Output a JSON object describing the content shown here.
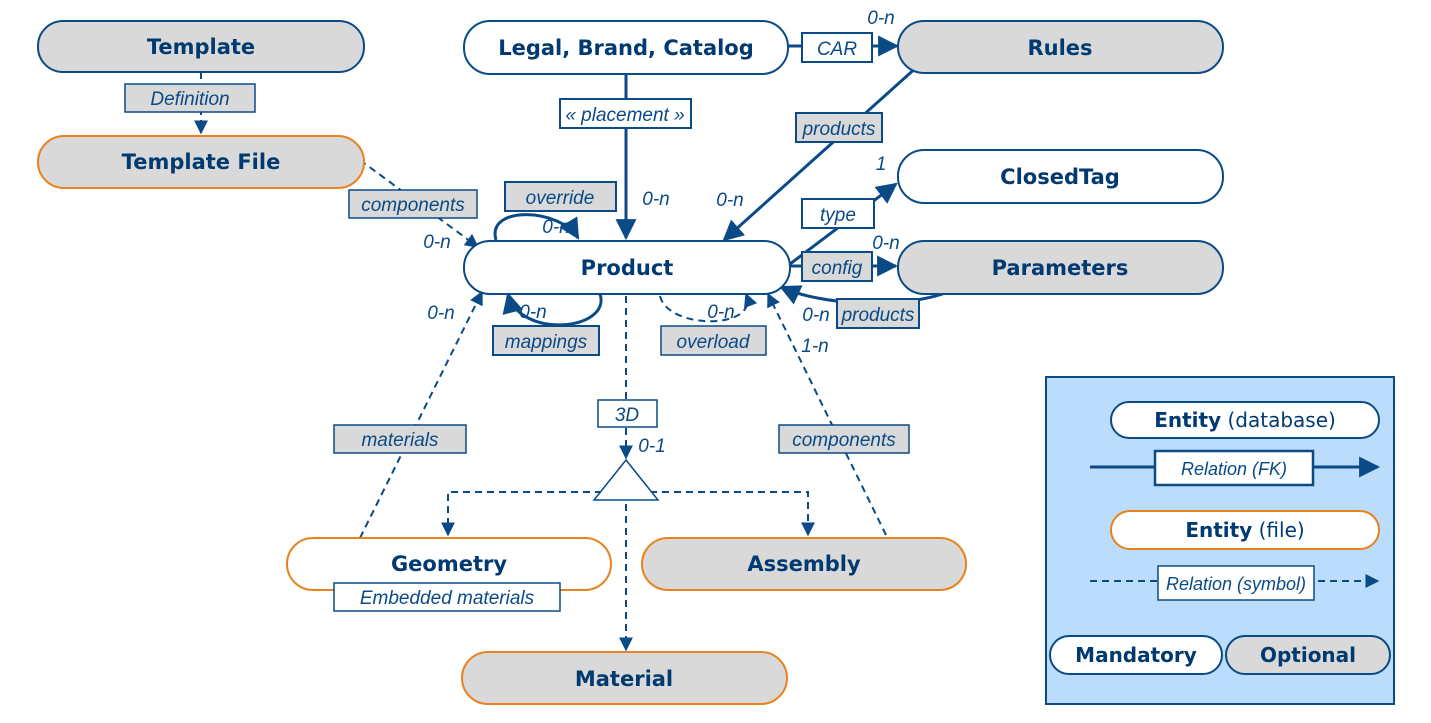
{
  "colors": {
    "dark_blue": "#0a4a86",
    "orange": "#e8821e",
    "gray_fill": "#d9d9d9",
    "legend_bg": "#bcdcfb"
  },
  "entities": {
    "template": "Template",
    "template_file": "Template File",
    "legal_brand_catalog": "Legal, Brand, Catalog",
    "rules": "Rules",
    "closed_tag": "ClosedTag",
    "product": "Product",
    "parameters": "Parameters",
    "geometry": "Geometry",
    "assembly": "Assembly",
    "material": "Material"
  },
  "relations": {
    "definition": "Definition",
    "car": "CAR",
    "placement": "« placement »",
    "products_rules": "products",
    "components_template": "components",
    "override": "override",
    "type": "type",
    "config": "config",
    "products_params": "products",
    "mappings": "mappings",
    "overload": "overload",
    "three_d": "3D",
    "materials": "materials",
    "components_assembly": "components",
    "embedded_materials": "Embedded materials"
  },
  "cardinalities": {
    "car": "0-n",
    "placement": "0-n",
    "rules_products": "0-n",
    "components_template": "0-n",
    "override": "0-n",
    "type": "1",
    "config": "0-n",
    "products_params": "0-n",
    "mappings": "0-n",
    "overload": "0-n",
    "materials": "0-n",
    "assembly_components": "1-n",
    "three_d": "0-1"
  },
  "legend": {
    "entity_db_bold": "Entity",
    "entity_db_suffix": " (database)",
    "relation_fk": "Relation (FK)",
    "entity_file_bold": "Entity",
    "entity_file_suffix": " (file)",
    "relation_symbol": "Relation (symbol)",
    "mandatory": "Mandatory",
    "optional": "Optional"
  }
}
